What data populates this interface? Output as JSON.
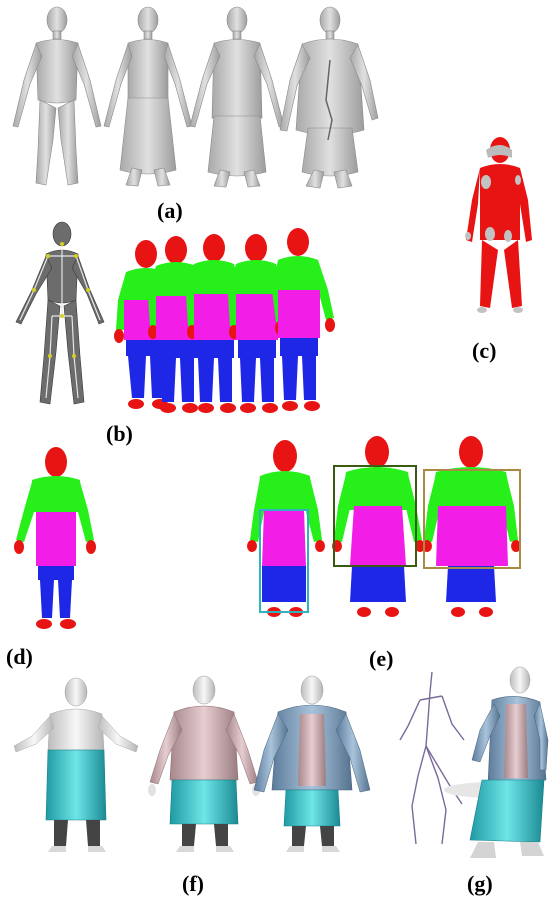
{
  "panels": {
    "a": {
      "label": "(a)"
    },
    "b": {
      "label": "(b)"
    },
    "c": {
      "label": "(c)"
    },
    "d": {
      "label": "(d)"
    },
    "e": {
      "label": "(e)"
    },
    "f": {
      "label": "(f)"
    },
    "g": {
      "label": "(g)"
    }
  },
  "colors": {
    "head_feet_hands": "#e81414",
    "upper_body": "#27ef1a",
    "skirt": "#f21ee8",
    "legs": "#1f27e6",
    "gray_body": "#c8c8c8",
    "box_cyan": "#2fb3c3",
    "box_darkgreen": "#3d5a12",
    "box_gold": "#a88a45",
    "skirt_teal": "#35c6cc",
    "shirt_pink": "#c9a7ab",
    "jacket_blue": "#7f9fbe",
    "skeleton_line": "#7a6a9a"
  }
}
